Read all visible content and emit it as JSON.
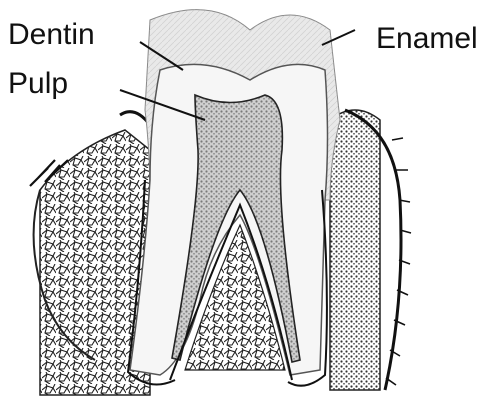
{
  "diagram": {
    "labels": {
      "dentin": "Dentin",
      "pulp": "Pulp",
      "enamel": "Enamel"
    },
    "colors": {
      "ink": "#111111",
      "enamel_fill": "#e9e9e9",
      "dentin_fill": "#f6f6f6",
      "pulp_fill": "#cfcfcf",
      "bone_fill": "#fafafa",
      "background": "#ffffff"
    }
  }
}
